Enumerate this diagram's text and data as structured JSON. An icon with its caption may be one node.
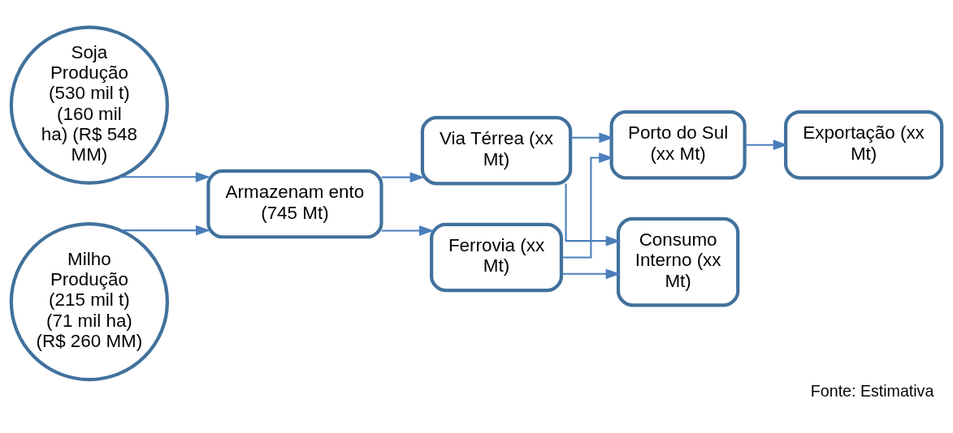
{
  "diagram": {
    "caption": "Fonte: Estimativa",
    "nodes": [
      {
        "text": [
          "Soja Produção (530 mil t) (160 mil ha) (R$ 548 MM)"
        ]
      },
      {
        "text": [
          "Milho Produção (215 mil t) (71 mil ha) (R$ 260 MM)"
        ]
      },
      {
        "text": [
          "Armazenam ento (745 Mt)"
        ]
      },
      {
        "text": [
          "Via Térrea (xx Mt)"
        ]
      },
      {
        "text": [
          "Ferrovia (xx Mt)"
        ]
      },
      {
        "text": [
          "Porto do Sul (xx Mt)"
        ]
      },
      {
        "text": [
          "Consumo Interno (xx Mt)"
        ]
      },
      {
        "text": [
          "Exportação (xx Mt)"
        ]
      }
    ],
    "edges": [
      {
        "from": 0,
        "to": 2,
        "arrow": "to"
      },
      {
        "from": 1,
        "to": 2,
        "arrow": "to"
      },
      {
        "from": 2,
        "to": 3,
        "arrow": "to"
      },
      {
        "from": 2,
        "to": 4,
        "arrow": "to"
      },
      {
        "from": 3,
        "to": 5,
        "arrow": "to"
      },
      {
        "from": 3,
        "to": 6,
        "arrow": "to"
      },
      {
        "from": 4,
        "to": 5,
        "arrow": "to"
      },
      {
        "from": 4,
        "to": 6,
        "arrow": "to"
      },
      {
        "from": 5,
        "to": 7,
        "arrow": "to"
      }
    ]
  }
}
